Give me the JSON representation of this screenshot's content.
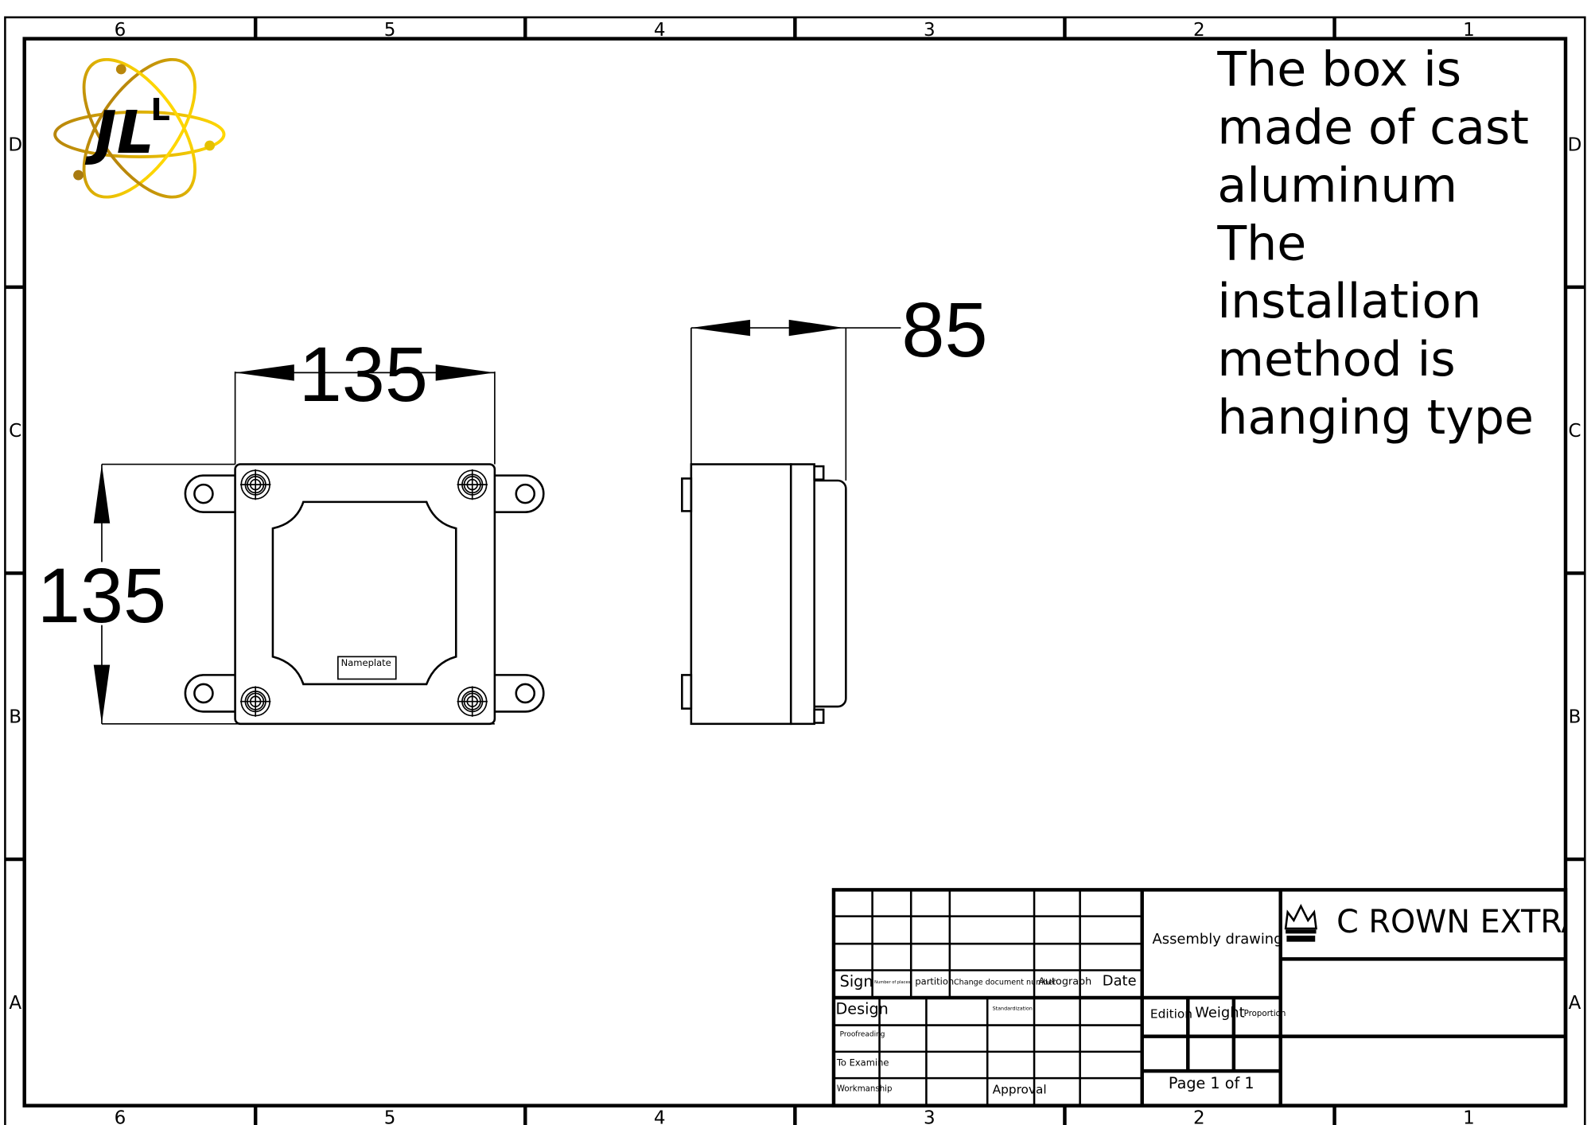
{
  "zones": {
    "columns": [
      "6",
      "5",
      "4",
      "3",
      "2",
      "1"
    ],
    "rows": [
      "D",
      "C",
      "B",
      "A"
    ]
  },
  "logo": {
    "text": "JLL",
    "colors": [
      "#b8860b",
      "#ffd700"
    ]
  },
  "notes": {
    "lines": [
      "The box is",
      "made of cast",
      "aluminum",
      "The",
      "installation",
      "method is",
      "hanging type"
    ]
  },
  "front_view": {
    "width_dim": "135",
    "height_dim": "135",
    "nameplate": "Nameplate"
  },
  "side_view": {
    "depth_dim": "85"
  },
  "title_block": {
    "sign": "Sign",
    "number_of_places": "Number of places",
    "partition": "partition",
    "change_document_number": "Change document number",
    "autograph": "Autograph",
    "date": "Date",
    "design": "Design",
    "standardization": "Standardization",
    "proofreading": "Proofreading",
    "to_examine": "To Examine",
    "workmanship": "Workmanship",
    "approval": "Approval",
    "drawing_type": "Assembly drawing",
    "edition": "Edition",
    "weight": "Weight",
    "proportion": "Proportion",
    "page": "Page 1 of 1",
    "company": "C ROWN EXTRA"
  }
}
